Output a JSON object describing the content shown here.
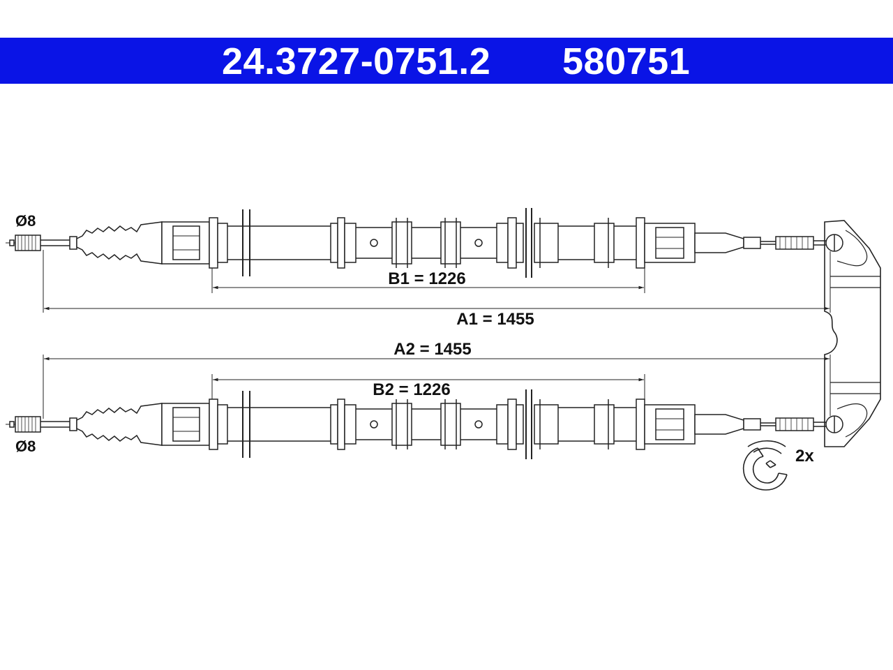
{
  "header": {
    "part_number": "24.3727-0751.2",
    "reference": "580751",
    "bar_color": "#0a14e6"
  },
  "drawing": {
    "line_color": "#222222",
    "diameter_top": "Ø8",
    "diameter_bottom": "Ø8",
    "dim_b1": "B1 = 1226",
    "dim_a1": "A1 = 1455",
    "dim_a2": "A2 = 1455",
    "dim_b2": "B2 = 1226",
    "clip_qty": "2x"
  }
}
